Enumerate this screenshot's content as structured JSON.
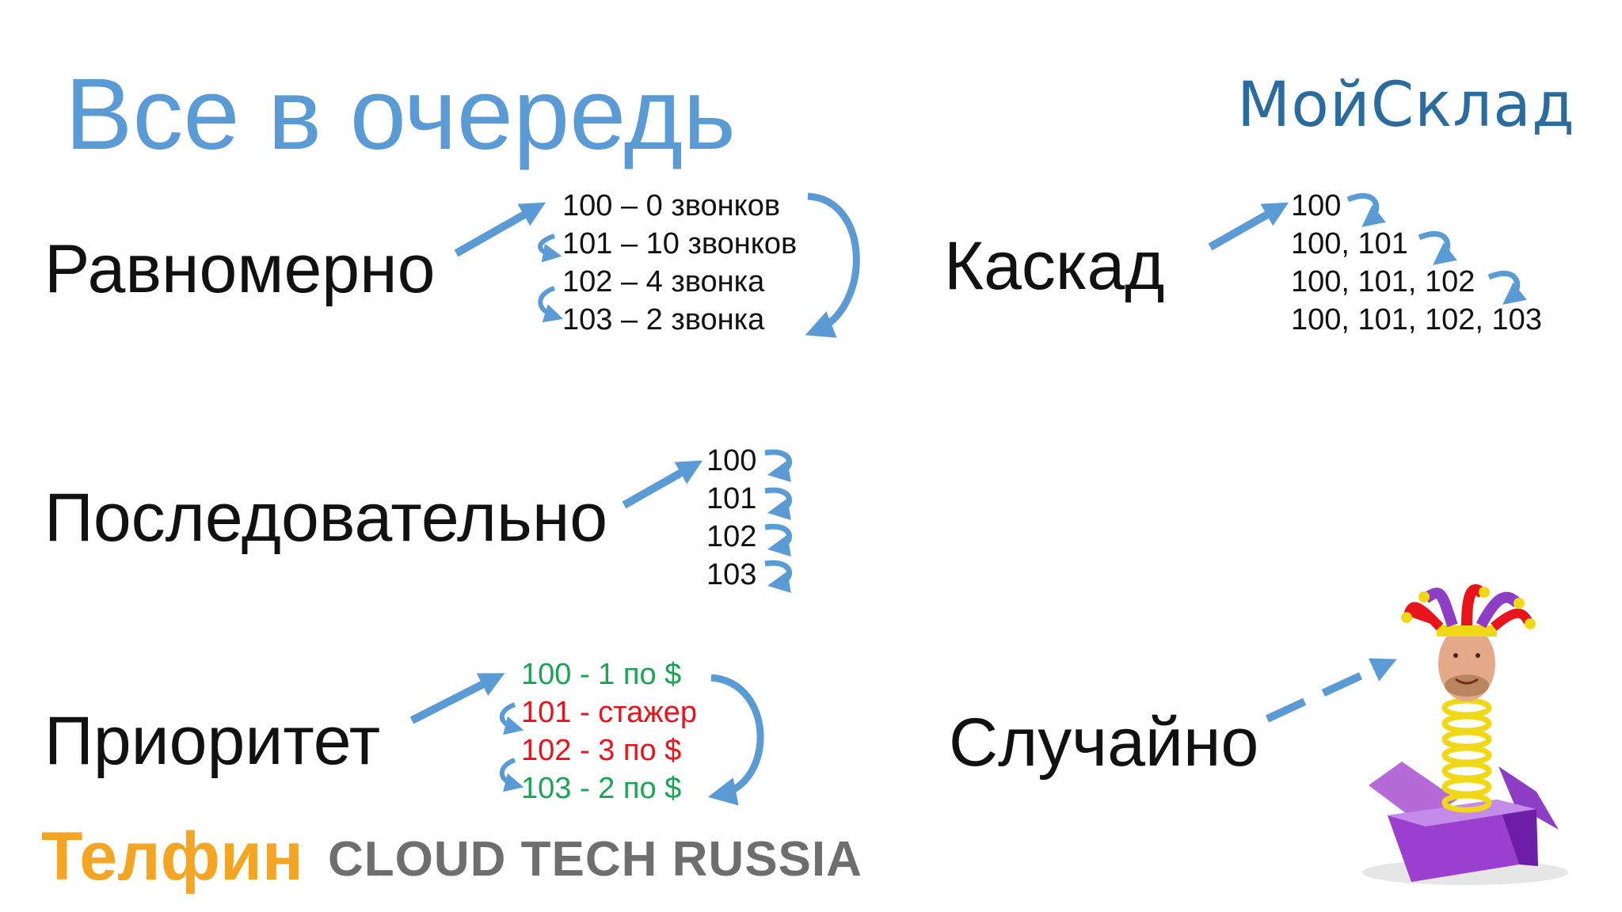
{
  "slide": {
    "title": "Все в очередь",
    "logo_text": "МойСклад",
    "strategies": {
      "uniform": {
        "label": "Равномерно",
        "items": [
          "100 – 0 звонков",
          "101 – 10 звонков",
          "102 – 4 звонка",
          "103 – 2 звонка"
        ]
      },
      "cascade": {
        "label": "Каскад",
        "items": [
          "100",
          "100, 101",
          "100, 101, 102",
          "100, 101, 102, 103"
        ]
      },
      "sequential": {
        "label": "Последовательно",
        "items": [
          "100",
          "101",
          "102",
          "103"
        ]
      },
      "priority": {
        "label": "Приоритет",
        "items": [
          "100 - 1 по $",
          "101 - стажер",
          "102 - 3 по $",
          "103 - 2 по $"
        ]
      },
      "random": {
        "label": "Случайно"
      }
    },
    "footer": {
      "brand": "Телфин",
      "event": "CLOUD TECH RUSSIA"
    },
    "colors": {
      "title": "#5b9bd5",
      "arrow": "#5b9bd5",
      "green": "#19a552",
      "red": "#e8141b",
      "brand_orange": "#f5a524",
      "logo_blue": "#2b6c9e"
    }
  }
}
